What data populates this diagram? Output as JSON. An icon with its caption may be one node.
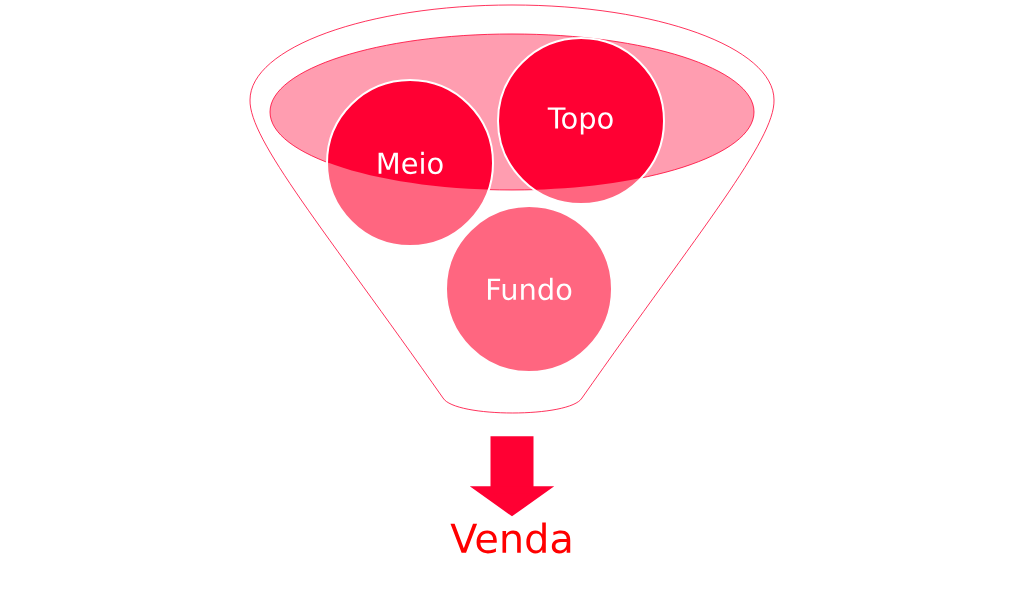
{
  "diagram": {
    "nodes": [
      {
        "text": [],
        "shape": "funnel"
      },
      {
        "text": [
          "Meio"
        ],
        "in": 0
      },
      {
        "text": [
          "Topo"
        ],
        "in": 0
      },
      {
        "text": [
          "Fundo"
        ],
        "in": 0
      },
      {
        "text": [
          "Venda"
        ]
      }
    ],
    "edges": [
      {
        "from": 0,
        "to": 4,
        "arrow": "to"
      }
    ]
  }
}
